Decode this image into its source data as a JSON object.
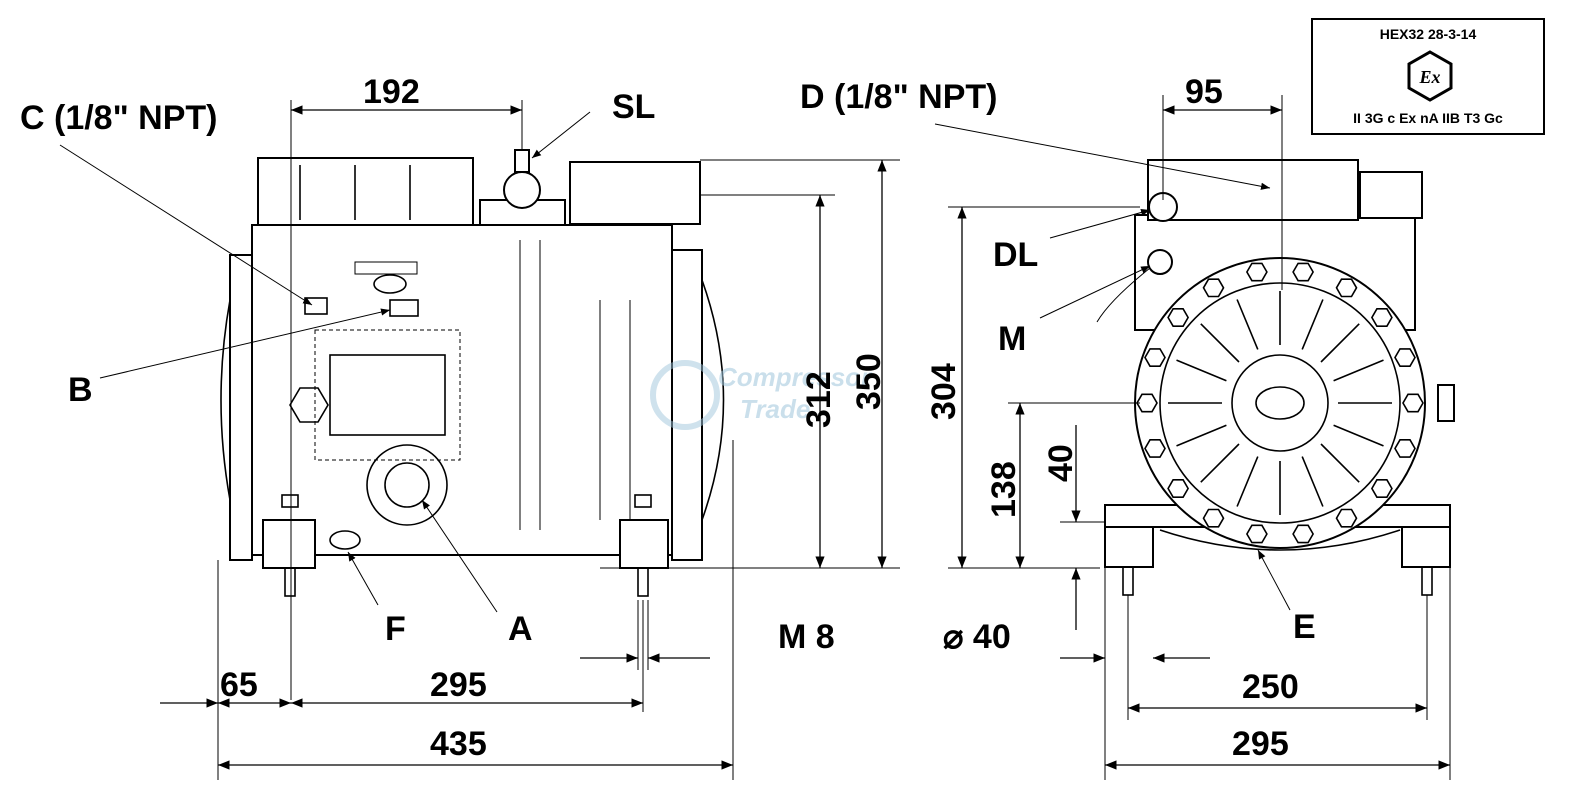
{
  "ports": {
    "c": "C (1/8\" NPT)",
    "sl": "SL",
    "b": "B",
    "f": "F",
    "a": "A",
    "d": "D (1/8\" NPT)",
    "dl": "DL",
    "m": "M",
    "e": "E"
  },
  "dimensions": {
    "d192": "192",
    "d312": "312",
    "d350": "350",
    "d95": "95",
    "d304": "304",
    "d138": "138",
    "d40v": "40",
    "m8": "M  8",
    "d65": "65",
    "d295_side": "295",
    "d435": "435",
    "dia40": "⌀  40",
    "d250": "250",
    "d295_front": "295"
  },
  "certification": {
    "code": "HEX32 28-3-14",
    "symbol": "Ex",
    "marking": "II 3G c Ex nA IIB T3 Gc"
  },
  "watermark": {
    "line1": "Compressor",
    "line2": "Trade"
  }
}
